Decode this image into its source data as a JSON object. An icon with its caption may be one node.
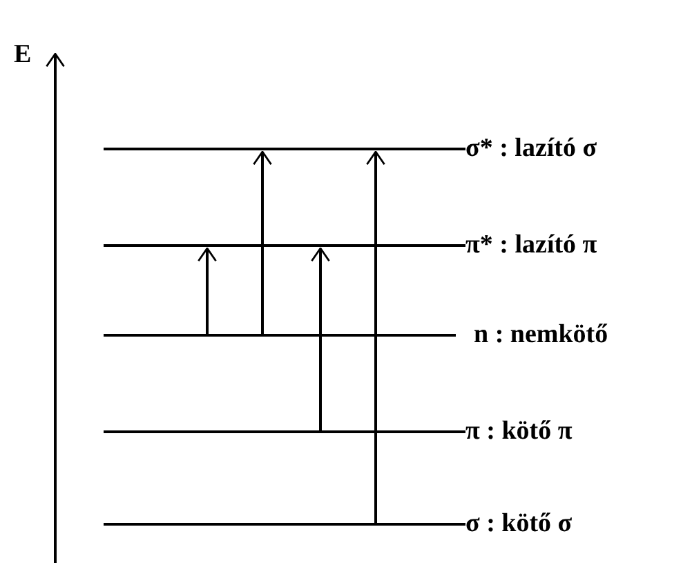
{
  "diagram": {
    "nodes": [
      {
        "text": [
          "σ* : lazító σ"
        ]
      },
      {
        "text": [
          "π* : lazító π"
        ]
      },
      {
        "text": [
          "n : nemkötő"
        ]
      },
      {
        "text": [
          "π : kötő π"
        ]
      },
      {
        "text": [
          "σ : kötő σ"
        ]
      }
    ],
    "edges": [
      {
        "from": 2,
        "to": 1,
        "arrow": "to"
      },
      {
        "from": 2,
        "to": 0,
        "arrow": "to"
      },
      {
        "from": 3,
        "to": 1,
        "arrow": "to"
      },
      {
        "from": 4,
        "to": 0,
        "arrow": "to"
      }
    ],
    "labels": [
      "E"
    ]
  }
}
